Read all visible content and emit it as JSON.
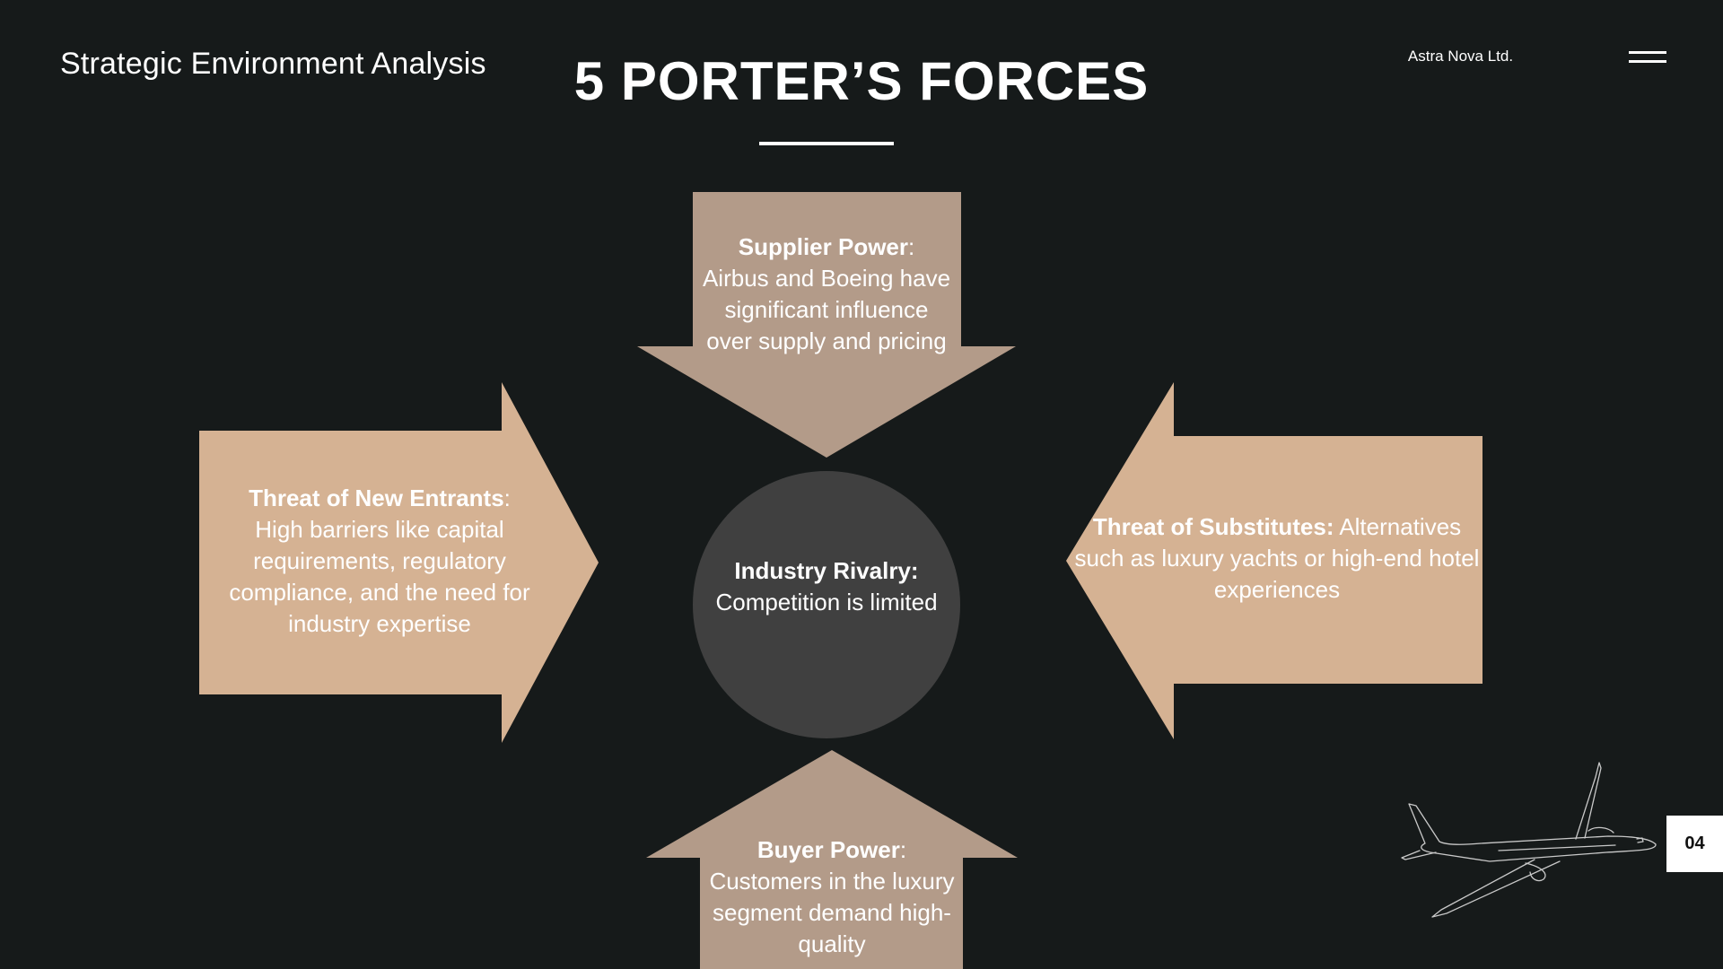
{
  "header": {
    "subtitle": "Strategic Environment Analysis",
    "title": "5 PORTER’S FORCES",
    "company": "Astra Nova Ltd.",
    "menu_icon": "hamburger-menu-icon"
  },
  "forces": {
    "supplier": {
      "label": "Supplier Power",
      "suffix": ":",
      "text": "Airbus and Boeing have significant influence over supply and pricing"
    },
    "new_entrants": {
      "label": "Threat of New Entrants",
      "suffix": ":",
      "text": "High barriers like capital requirements, regulatory compliance, and the need for industry expertise"
    },
    "rivalry": {
      "label": "Industry Rivalry:",
      "text": "Competition is limited"
    },
    "substitutes": {
      "label": "Threat of Substitutes:",
      "text": "Alternatives such as luxury yachts or high-end hotel experiences"
    },
    "buyer": {
      "label": "Buyer Power",
      "suffix": ":",
      "text": "Customers in the luxury segment demand high-quality"
    }
  },
  "decor": {
    "illustration": "airplane-line-art"
  },
  "page": {
    "number": "04"
  },
  "colors": {
    "background": "#161a1a",
    "arrow_vertical": "#b39b89",
    "arrow_horizontal": "#d5b293",
    "circle": "#404040",
    "text": "#ffffff"
  }
}
